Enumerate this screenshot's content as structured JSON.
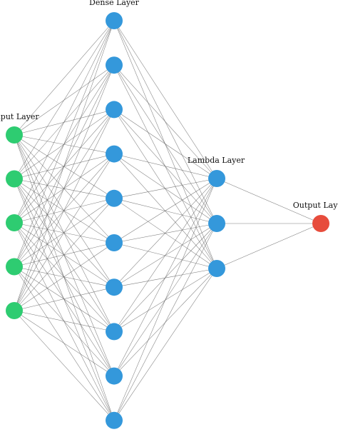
{
  "layers": [
    {
      "id": "input",
      "label": "Input Layer",
      "neuron_count": 5,
      "color": "#2ecc71"
    },
    {
      "id": "dense",
      "label": "Dense Layer",
      "neuron_count": 10,
      "color": "#3498db"
    },
    {
      "id": "lambda",
      "label": "Lambda Layer",
      "neuron_count": 3,
      "color": "#3498db"
    },
    {
      "id": "output",
      "label": "Output Layer",
      "neuron_count": 1,
      "color": "#e74c3c"
    }
  ],
  "connections": "fully-connected between consecutive layers",
  "edge_color": "#555555"
}
